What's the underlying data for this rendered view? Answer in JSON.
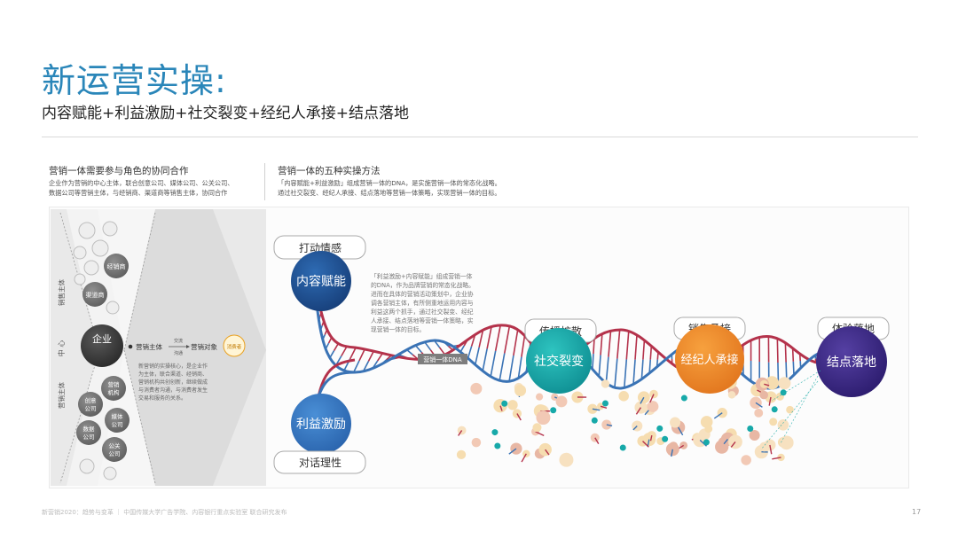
{
  "header": {
    "title": "新运营实操:",
    "subtitle": "内容赋能+利益激励+社交裂变+经纪人承接+结点落地"
  },
  "left_section": {
    "heading": "营销一体需要参与角色的协同合作",
    "desc_line1": "企业作为营销的中心主体，联合创意公司、媒体公司、公关公司、",
    "desc_line2": "数据公司等营销主体，与经销商、渠道商等销售主体，协同合作"
  },
  "right_section": {
    "heading": "营销一体的五种实操方法",
    "desc_line1": "「内容赋能+利益激励」组成营销一体的DNA，是实施营销一体的常态化战略。",
    "desc_line2": "通过社交裂变、经纪人承接、结点落地等营销一体策略，实现营销一体的目标。"
  },
  "funnel": {
    "side_top": "销售主体",
    "side_mid": "中 心",
    "side_bottom": "营销主体",
    "center": "企业",
    "distributor": "经销商",
    "channel": "渠道商",
    "creative": [
      "创意",
      "公司"
    ],
    "media": [
      "媒体",
      "公司"
    ],
    "data": [
      "数据",
      "公司"
    ],
    "pr": [
      "公关",
      "公司"
    ],
    "marketing_agency": [
      "营销",
      "机构"
    ],
    "flow_subject": "营销主体",
    "flow_mid_top": "交流",
    "flow_mid_bottom": "沟通",
    "flow_object": "营销对象",
    "consumer": "消费者",
    "desc": [
      "新营销的实操核心，是企业作",
      "为主体，联合渠道、经销商、",
      "营销机构共创创新，继续做成",
      "与消费者沟通，与消费者发生",
      "交易和服务的关系。"
    ]
  },
  "dna": {
    "label_touch": "打动情感",
    "node_content": "内容赋能",
    "node_interest": "利益激励",
    "label_dialog": "对话理性",
    "dna_tag": "营销一体DNA",
    "desc": [
      "「利益激励+内容赋能」组成营销一体",
      "的DNA，作为品牌营销的常态化战略。",
      "进而在具体的营销活动策划中，企业协",
      "调各营销主体，有所侧重地运用内容与",
      "利益这两个抓手，通过社交裂变、经纪",
      "人承接、结点落地等营销一体策略，实",
      "现营销一体的目标。"
    ],
    "label_spread": "传播扩散",
    "node_social": "社交裂变",
    "label_sales": "销售承接",
    "node_broker": "经纪人承接",
    "label_experience": "体验落地",
    "node_endpoint": "结点落地"
  },
  "colors": {
    "title_blue": "#2a86b9",
    "navy": "#1f4f8f",
    "teal": "#17a9a9",
    "orange": "#ef8a2a",
    "purple": "#3f2a86",
    "strand_red": "#b4324b",
    "strand_blue": "#3a73b5"
  },
  "footer": {
    "source": "新营销2020：趋势与变革 ｜ 中国传媒大学广告学院、内容银行重点实验室 联合研究发布",
    "page": "17"
  }
}
